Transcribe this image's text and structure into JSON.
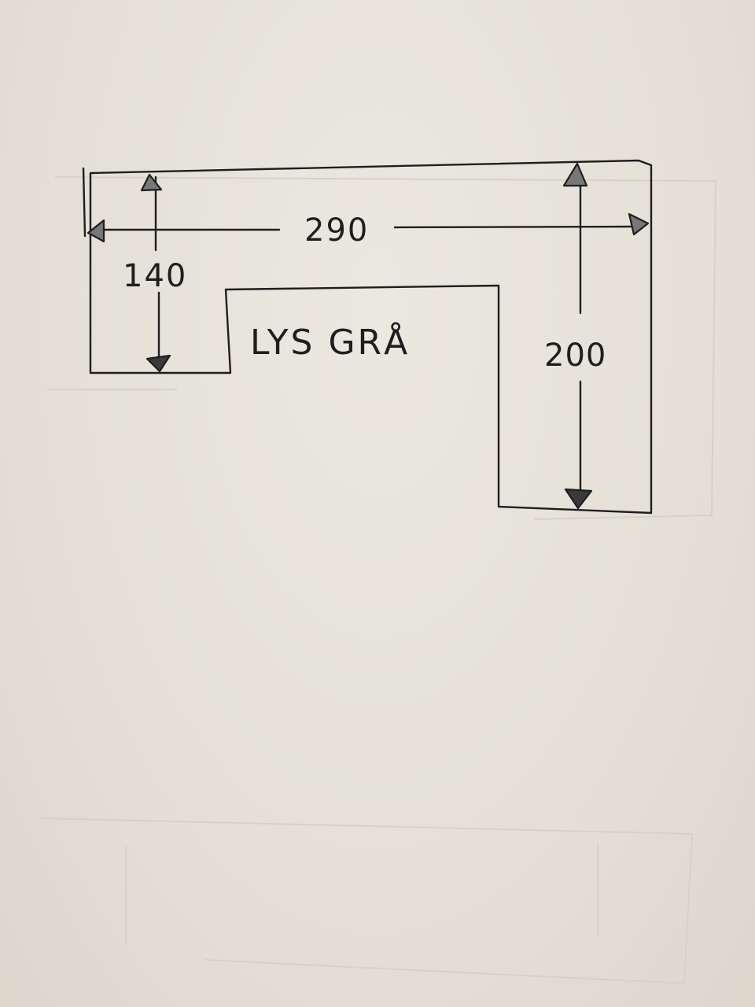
{
  "sketch": {
    "label": "LYS GRÅ",
    "dimensions": {
      "top_width": "290",
      "left_depth": "140",
      "right_depth": "200"
    }
  }
}
